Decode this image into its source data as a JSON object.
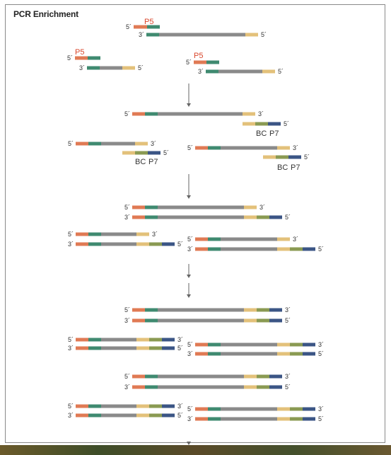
{
  "title": "PCR Enrichment",
  "labels": {
    "five_prime": "5´",
    "three_prime": "3´",
    "p5": "P5",
    "bc": "BC",
    "p7": "P7"
  },
  "colors": {
    "p5_adapter": "#e07a54",
    "index_green": "#3f8a70",
    "insert_gray": "#8a8a8a",
    "read_tan": "#e3c17a",
    "bc_olive": "#8a9a52",
    "p7_blue": "#3b5585",
    "frame": "#8a8a8a",
    "arrow": "#666666"
  }
}
